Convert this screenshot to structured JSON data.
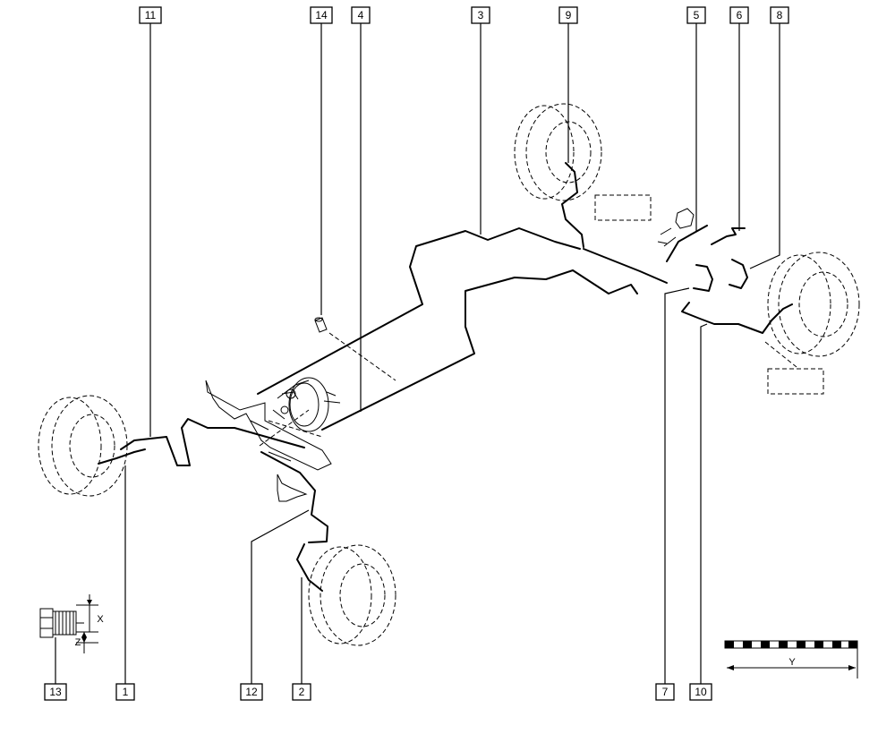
{
  "callouts": [
    {
      "id": "1",
      "text": "1"
    },
    {
      "id": "2",
      "text": "2"
    },
    {
      "id": "3",
      "text": "3"
    },
    {
      "id": "4",
      "text": "4"
    },
    {
      "id": "5",
      "text": "5"
    },
    {
      "id": "6",
      "text": "6"
    },
    {
      "id": "7",
      "text": "7"
    },
    {
      "id": "8",
      "text": "8"
    },
    {
      "id": "9",
      "text": "9"
    },
    {
      "id": "10",
      "text": "10"
    },
    {
      "id": "11",
      "text": "11"
    },
    {
      "id": "12",
      "text": "12"
    },
    {
      "id": "13",
      "text": "13"
    },
    {
      "id": "14",
      "text": "14"
    }
  ],
  "detail_dimensions": {
    "x": "X",
    "z": "Z"
  },
  "scale_bar": {
    "label": "Y"
  }
}
